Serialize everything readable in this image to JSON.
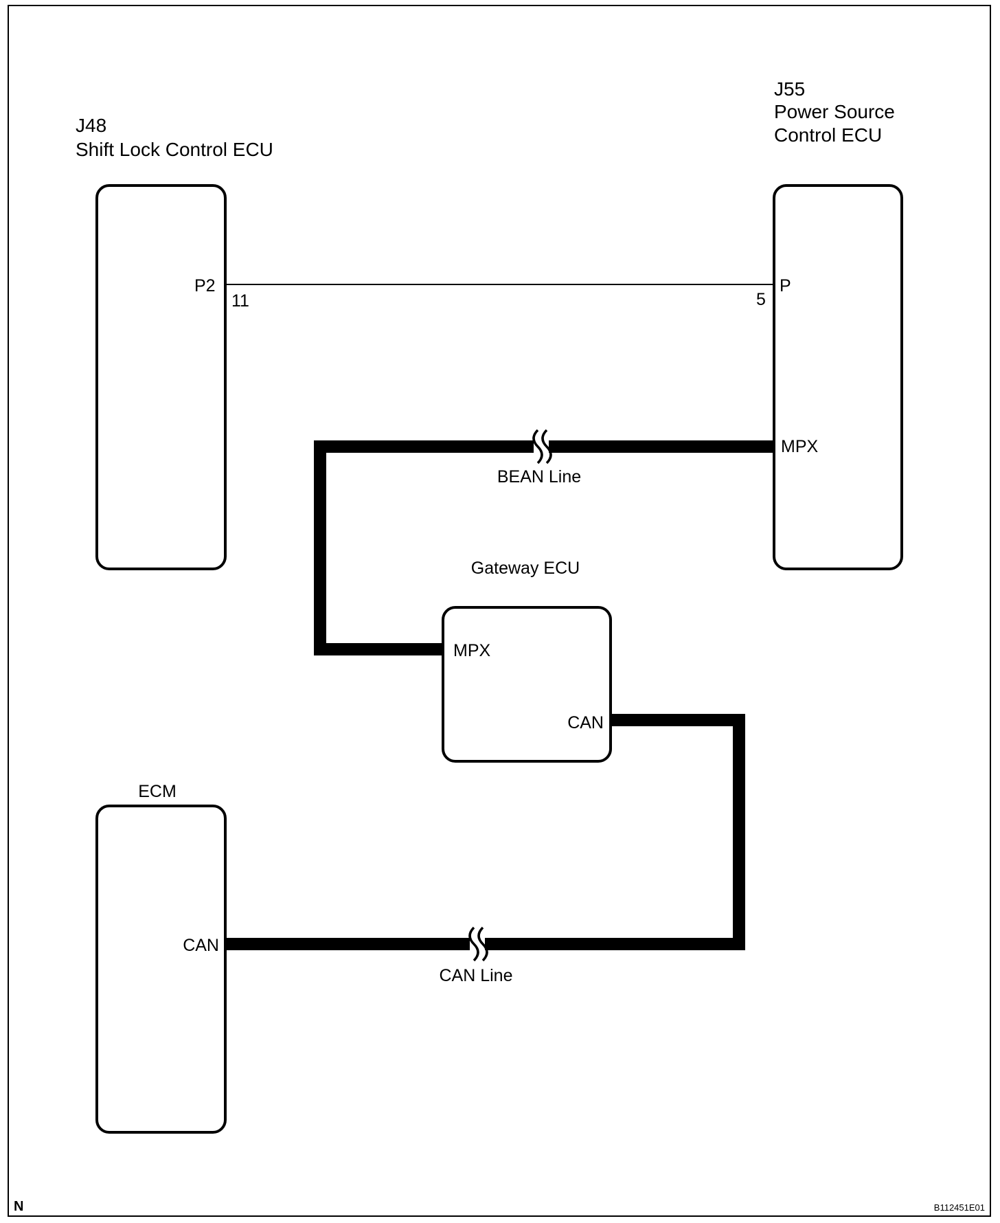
{
  "components": {
    "shift_lock_ecu": {
      "connector": "J48",
      "name": "Shift Lock Control ECU",
      "pin_label": "P2",
      "pin_number": "11"
    },
    "power_source_ecu": {
      "connector": "J55",
      "name_line1": "Power Source",
      "name_line2": "Control ECU",
      "pin_p_label": "P",
      "pin_p_number": "5",
      "pin_mpx_label": "MPX"
    },
    "gateway_ecu": {
      "name": "Gateway ECU",
      "pin_mpx_label": "MPX",
      "pin_can_label": "CAN"
    },
    "ecm": {
      "name": "ECM",
      "pin_can_label": "CAN"
    }
  },
  "lines": {
    "bean_label": "BEAN Line",
    "can_label": "CAN Line"
  },
  "footer": {
    "corner_mark": "N",
    "figure_code": "B112451E01"
  }
}
